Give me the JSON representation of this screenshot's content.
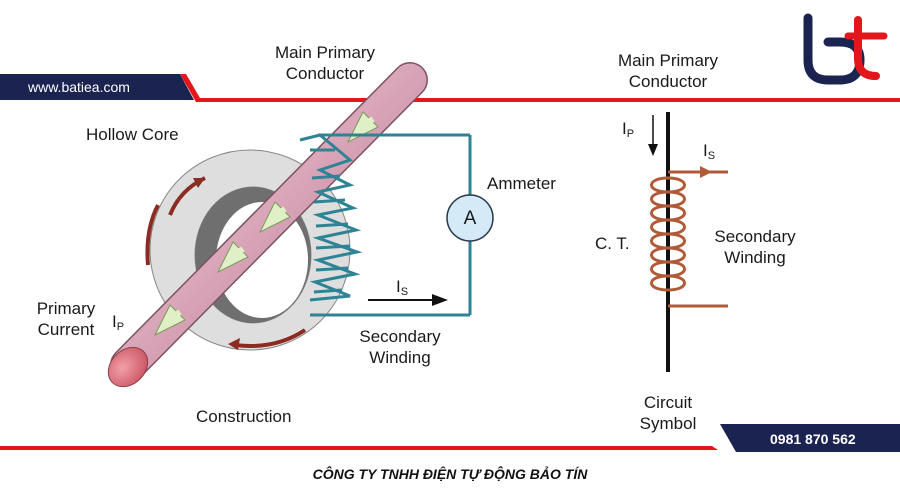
{
  "header": {
    "website": "www.batiea.com"
  },
  "footer": {
    "phone": "0981 870 562",
    "company": "CÔNG TY TNHH ĐIỆN TỰ ĐỘNG BẢO TÍN"
  },
  "construction": {
    "main_conductor_line1": "Main Primary",
    "main_conductor_line2": "Conductor",
    "hollow_core": "Hollow Core",
    "ammeter": "Ammeter",
    "ammeter_symbol": "A",
    "primary_current_line1": "Primary",
    "primary_current_line2": "Current",
    "ip_symbol": "I",
    "ip_sub": "P",
    "is_symbol": "I",
    "is_sub": "S",
    "secondary_line1": "Secondary",
    "secondary_line2": "Winding",
    "caption": "Construction"
  },
  "symbol": {
    "main_conductor_line1": "Main Primary",
    "main_conductor_line2": "Conductor",
    "ip_symbol": "I",
    "ip_sub": "P",
    "is_symbol": "I",
    "is_sub": "S",
    "ct": "C. T.",
    "secondary_line1": "Secondary",
    "secondary_line2": "Winding",
    "caption_line1": "Circuit",
    "caption_line2": "Symbol"
  },
  "colors": {
    "brand_red": "#e3161b",
    "brand_navy": "#1b2350",
    "winding": "#2e8394",
    "coil": "#b05a38",
    "conductor": "#d9a6b8"
  }
}
